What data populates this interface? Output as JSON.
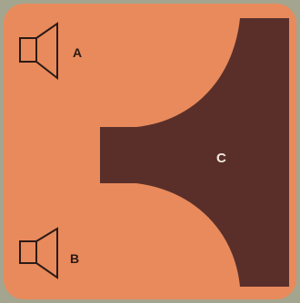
{
  "colors": {
    "backdrop": "#a3a58e",
    "panel": "#e88a5b",
    "horn": "#5a2f2a",
    "outline": "#2b1a16",
    "label_dark": "#2b1a16",
    "label_light": "#f3e9de"
  },
  "speakers": [
    {
      "id": "A",
      "label": "A",
      "icon": "speaker-icon"
    },
    {
      "id": "B",
      "label": "B",
      "icon": "speaker-icon"
    }
  ],
  "horn": {
    "label": "C",
    "icon": "horn-shape"
  }
}
